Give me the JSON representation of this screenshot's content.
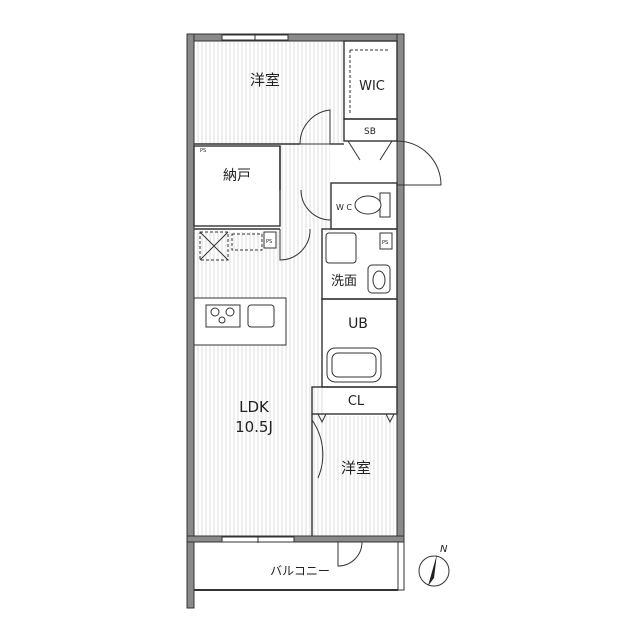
{
  "rooms": {
    "western_room_top": "洋室",
    "wic": "WIC",
    "sb": "SB",
    "storage": "納戸",
    "wc": "W C",
    "washroom": "洗面",
    "ub": "UB",
    "ldk": "LDK",
    "ldk_size": "10.5J",
    "cl": "CL",
    "western_room_bottom": "洋室",
    "balcony": "バルコニー"
  },
  "markers": {
    "ps": "PS",
    "north": "N"
  },
  "colors": {
    "wall": "#7a7a7a",
    "floor_lines": "#dcdcdc",
    "outline": "#333333",
    "label": "#222222"
  }
}
